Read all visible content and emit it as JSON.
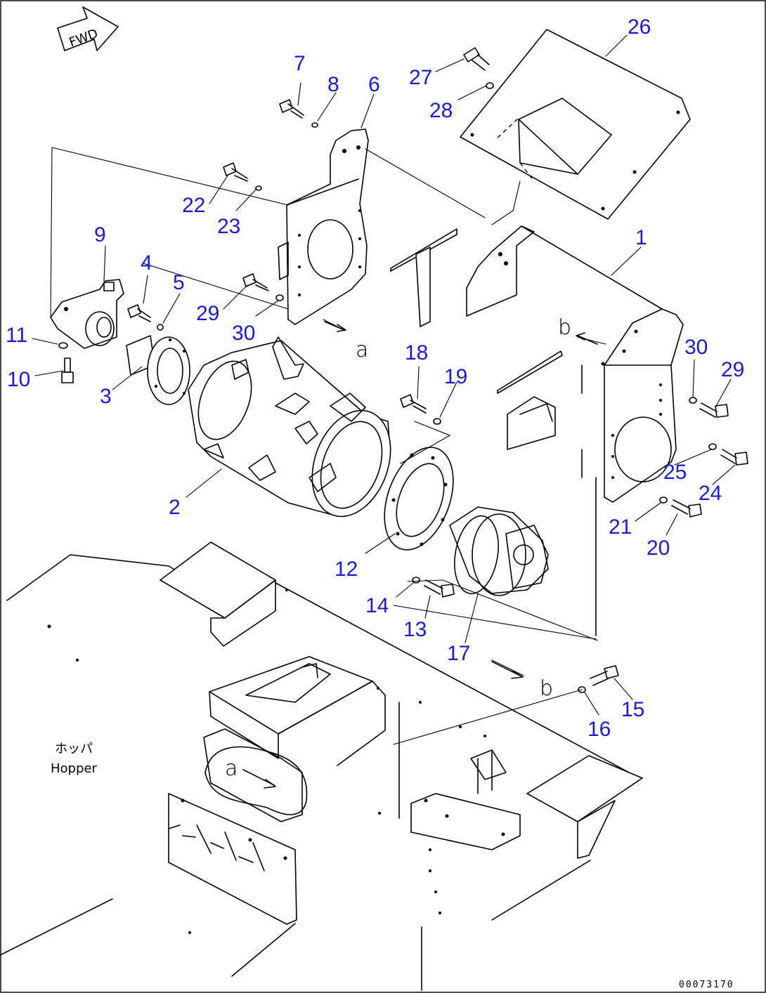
{
  "fwd_label": "FWD",
  "hopper_label_jp": "ホッパ",
  "hopper_label_en": "Hopper",
  "view_letters": {
    "a1": "a",
    "a2": "a",
    "b1": "b",
    "b2": "b"
  },
  "drawing_code": "00073170",
  "callouts": {
    "c1": "1",
    "c2": "2",
    "c3": "3",
    "c4": "4",
    "c5": "5",
    "c6": "6",
    "c7": "7",
    "c8": "8",
    "c9": "9",
    "c10": "10",
    "c11": "11",
    "c12": "12",
    "c13": "13",
    "c14": "14",
    "c15": "15",
    "c16": "16",
    "c17": "17",
    "c18": "18",
    "c19": "19",
    "c20": "20",
    "c21": "21",
    "c22": "22",
    "c23": "23",
    "c24": "24",
    "c25": "25",
    "c26": "26",
    "c27": "27",
    "c28": "28",
    "c29a": "29",
    "c29b": "29",
    "c30a": "30",
    "c30b": "30"
  },
  "colors": {
    "callout": "#1a1ad6",
    "line": "#000000",
    "background": "#ffffff"
  }
}
